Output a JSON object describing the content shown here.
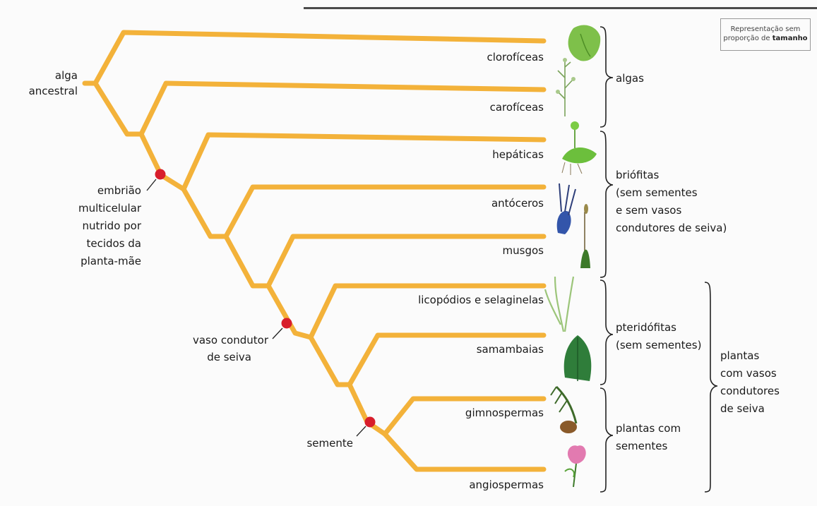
{
  "note": {
    "line1": "Representação sem",
    "line2_prefix": "proporção de ",
    "line2_bold": "tamanho"
  },
  "root": [
    "alga",
    "ancestral"
  ],
  "taxa": [
    "clorofíceas",
    "carofíceas",
    "hepáticas",
    "antóceros",
    "musgos",
    "licopódios e selaginelas",
    "samambaias",
    "gimnospermas",
    "angiospermas"
  ],
  "traits": {
    "embryo": [
      "embrião",
      "multicelular",
      "nutrido por",
      "tecidos da",
      "planta-mãe"
    ],
    "vessel": [
      "vaso condutor",
      "de seiva"
    ],
    "seed": [
      "semente"
    ]
  },
  "groups": {
    "algas": [
      "algas"
    ],
    "briofitas": [
      "briófitas",
      "(sem sementes",
      "e sem vasos",
      "condutores de seiva)"
    ],
    "pteridofitas": [
      "pteridófitas",
      "(sem sementes)"
    ],
    "sementes": [
      "plantas com",
      "sementes"
    ],
    "vasculares": [
      "plantas",
      "com vasos",
      "condutores",
      "de seiva"
    ]
  },
  "colors": {
    "branch": "#f3b23a",
    "marker": "#d81e2c"
  }
}
